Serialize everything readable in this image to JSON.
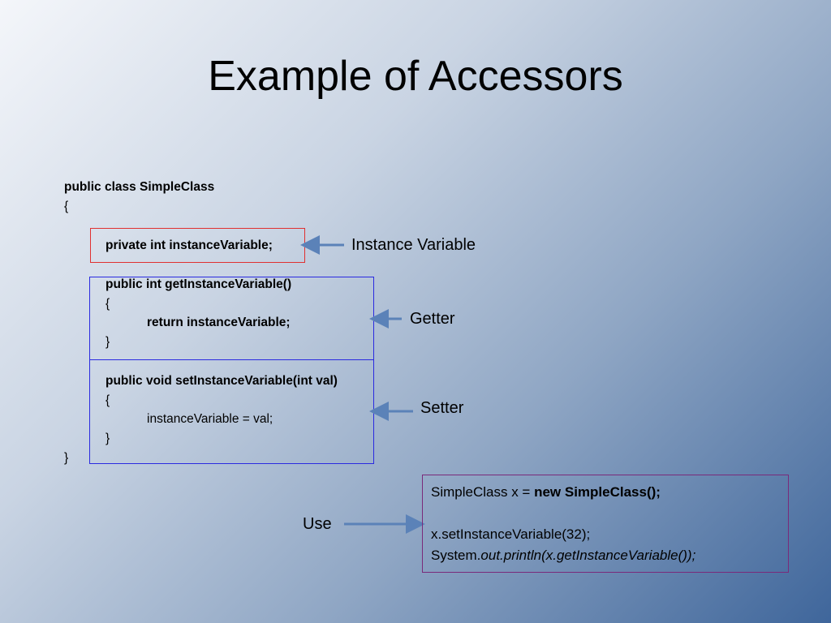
{
  "slide": {
    "title": "Example of Accessors"
  },
  "code": {
    "line_class": "public class SimpleClass",
    "brace_open": "{",
    "field": "private int instanceVariable;",
    "getter_sig": "public int getInstanceVariable()",
    "getter_open": "{",
    "getter_body": "return instanceVariable;",
    "getter_close": "}",
    "setter_sig": "public void setInstanceVariable(int val)",
    "setter_open": "{",
    "setter_body": "instanceVariable = val;",
    "setter_close": "}",
    "brace_close": "}"
  },
  "labels": {
    "instance_variable": "Instance Variable",
    "getter": "Getter",
    "setter": "Setter",
    "use": "Use"
  },
  "usage": {
    "line1_plain": "SimpleClass x = ",
    "line1_bold": "new SimpleClass();",
    "line3": "x.setInstanceVariable(32);",
    "line4_plain": "System.",
    "line4_italic": "out.println(x.getInstanceVariable());"
  },
  "colors": {
    "field_box": "#e03030",
    "method_box": "#2a2ae0",
    "usage_box": "#7a2a7a",
    "arrow": "#5b82b8"
  }
}
